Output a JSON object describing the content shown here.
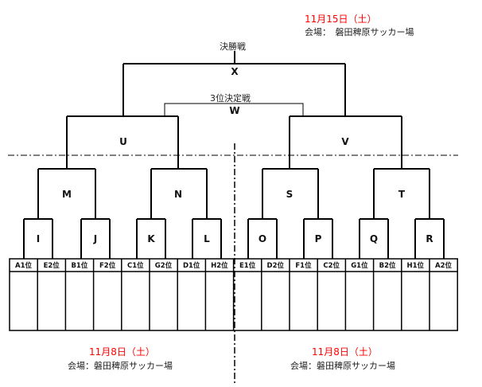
{
  "final": {
    "date": "11月15日（土）",
    "venue": "会場：　磐田稗原サッカー場",
    "title": "決勝戦",
    "match": "X"
  },
  "third_place": {
    "title": "3位決定戦",
    "match": "W"
  },
  "semis": [
    "U",
    "V"
  ],
  "quarters": [
    "M",
    "N",
    "S",
    "T"
  ],
  "round16": [
    "I",
    "J",
    "K",
    "L",
    "O",
    "P",
    "Q",
    "R"
  ],
  "teams": [
    "A1位",
    "E2位",
    "B1位",
    "F2位",
    "C1位",
    "G2位",
    "D1位",
    "H2位",
    "E1位",
    "D2位",
    "F1位",
    "C2位",
    "G1位",
    "B2位",
    "H1位",
    "A2位"
  ],
  "left_block": {
    "date": "11月8日（土）",
    "venue": "会場：磐田稗原サッカー場"
  },
  "right_block": {
    "date": "11月8日（土）",
    "venue": "会場：磐田稗原サッカー場"
  },
  "colors": {
    "date": "#ff0000",
    "line": "#000000"
  }
}
